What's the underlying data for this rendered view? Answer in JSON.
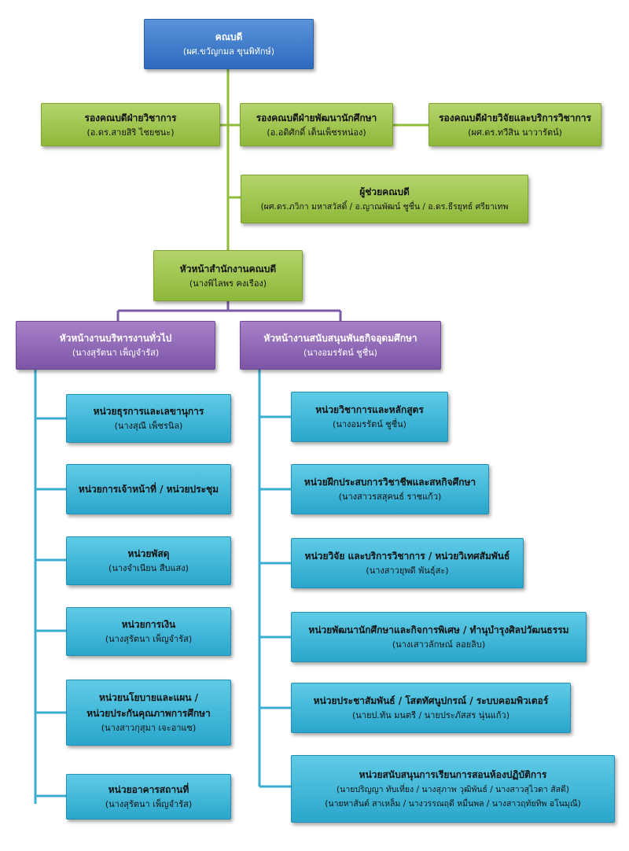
{
  "dean": {
    "title": "คณบดี",
    "name": "(ผศ.ขวัญกมล ขุนพิทักษ์)"
  },
  "vice_deans": [
    {
      "title": "รองคณบดีฝ่ายวิชาการ",
      "name": "(อ.ดร.สายสิริ ไชยชนะ)"
    },
    {
      "title": "รองคณบดีฝ่ายพัฒนานักศึกษา",
      "name": "(อ.อดิศักดิ์ เต็นเพ็ชรหน่อง)"
    },
    {
      "title": "รองคณบดีฝ่ายวิจัยและบริการวิชาการ",
      "name": "(ผศ.ดร.ทวีสิน นาวารัตน์)"
    }
  ],
  "assistant_dean": {
    "title": "ผู้ช่วยคณบดี",
    "name": "(ผศ.ดร.ภวิกา มหาสวัสดิ์ / อ.ญาณพัฒน์ ชูชื่น / อ.ดร.ธีรยุทธ์ ศรียาเทพ"
  },
  "office_head": {
    "title": "หัวหน้าสำนักงานคณบดี",
    "name": "(นางพิไลพร คงเรือง)"
  },
  "general_admin": {
    "title": "หัวหน้างานบริหารงานทั่วไป",
    "name": "(นางสุรัตนา เพ็ญจำรัส)",
    "units": [
      {
        "lines": [
          "หน่วยธุรการและเลขานุการ"
        ],
        "name": "(นางสุณี เพ็ชรนิล)"
      },
      {
        "lines": [
          "หน่วยการเจ้าหน้าที่ / หน่วยประชุม"
        ],
        "name": ""
      },
      {
        "lines": [
          "หน่วยพัสดุ"
        ],
        "name": "(นางจำเนียน สืบแสง)"
      },
      {
        "lines": [
          "หน่วยการเงิน"
        ],
        "name": "(นางสุรัตนา เพ็ญจำรัส)"
      },
      {
        "lines": [
          "หน่วยนโยบายและแผน /",
          "หน่วยประกันคุณภาพการศึกษา"
        ],
        "name": "(นางสาวกุสุมา เจะอาแซ)"
      },
      {
        "lines": [
          "หน่วยอาคารสถานที่"
        ],
        "name": "(นางสุรัตนา เพ็ญจำรัส)"
      }
    ]
  },
  "academic_support": {
    "title": "หัวหน้างานสนับสนุนพันธกิจอุดมศึกษา",
    "name": "(นางอมรรัตน์ ชูชื่น)",
    "units": [
      {
        "lines": [
          "หน่วยวิชาการและหลักสูตร"
        ],
        "name": "(นางอมรรัตน์ ชูชื่น)"
      },
      {
        "lines": [
          "หน่วยฝึกประสบการวิชาชีพและสหกิจศึกษา"
        ],
        "name": "(นางสาวรสสุคนธ์ ราชแก้ว)"
      },
      {
        "lines": [
          "หน่วยวิจัย และบริการวิชาการ / หน่วยวิเทศสัมพันธ์"
        ],
        "name": "(นางสาวยุพดี พันธุ์สะ)"
      },
      {
        "lines": [
          "หน่วยพัฒนานักศึกษาและกิจการพิเศษ / ทำนุบำรุงศิลปวัฒนธรรม"
        ],
        "name": "(นางเสาวลักษณ์ ลอยลิบ)"
      },
      {
        "lines": [
          "หน่วยประชาสัมพันธ์ / โสตทัศนูปกรณ์ / ระบบคอมพิวเตอร์"
        ],
        "name": "(นายป.ทัน มนตรี / นายประภัสสร นุ่นแก้ว)"
      },
      {
        "lines": [
          "หน่วยสนับสนุนการเรียนการสอนห้องปฏิบัติการ",
          "(นายปริญญา ทับเที่ยง / นางสุภาพ วุฒิพันธ์ / นางสาวสุไวดา สัสดี)"
        ],
        "name": "(นายหาสันต์ สาเหล็ม / นางวรรณฤดี หมื่นพล / นางสาวฤทัยทิพ อโนมุณี)"
      }
    ]
  },
  "colors": {
    "dean": "#3b7bcf",
    "green": "#9bc24a",
    "purple": "#8a63b5",
    "cyan": "#3bb6d8",
    "line_green": "#8fbd3a",
    "line_purple": "#7b5aa6",
    "line_cyan": "#3aaed0"
  }
}
